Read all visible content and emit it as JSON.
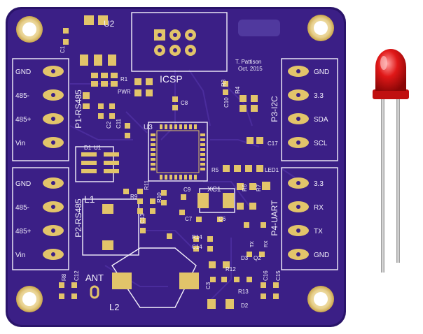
{
  "board": {
    "colors": {
      "pcb": "#3b1f86",
      "pcb_edge": "#2a146a",
      "pad_gold": "#e2c46a",
      "silkscreen": "#f3f0fb",
      "led_red": "#e01818",
      "led_leg": "#b8b8b8"
    },
    "credit": {
      "name": "T. Pattison",
      "date": "Oct. 2015"
    },
    "labels": {
      "u2": "U2",
      "c1": "C1",
      "icsp": "ICSP",
      "u3": "U3",
      "xc1": "XC1",
      "l1": "L1",
      "l2": "L2",
      "ant": "ANT",
      "led1": "LED1",
      "r1": "R1",
      "pwr": "PWR",
      "c8": "C8",
      "c10": "C10",
      "r3": "R3",
      "r4": "R4",
      "d1": "D1",
      "u1": "U1",
      "c2": "C2",
      "c11": "C11",
      "c17": "C17",
      "r5": "R5",
      "r9": "R9",
      "r11": "R11",
      "r10": "R10",
      "c9": "C9",
      "c7": "C7",
      "c6": "C6",
      "r6": "R6",
      "r7": "R7",
      "c13": "C13",
      "r14": "R14",
      "c14": "C14",
      "r12": "R12",
      "r13": "R13",
      "d3": "D3",
      "d2": "D2",
      "q2": "Q2",
      "c16": "C16",
      "c15": "C15",
      "c3": "C3",
      "r8": "R8",
      "c12": "C12",
      "tx": "TX",
      "rx": "RX"
    },
    "connectors": {
      "p1": {
        "name": "P1-RS485",
        "pins": [
          "GND",
          "485-",
          "485+",
          "Vin"
        ]
      },
      "p2": {
        "name": "P2-RS485",
        "pins": [
          "GND",
          "485-",
          "485+",
          "Vin"
        ]
      },
      "p3": {
        "name": "P3-I2C",
        "pins": [
          "GND",
          "3.3",
          "SDA",
          "SCL"
        ]
      },
      "p4": {
        "name": "P4-UART",
        "pins": [
          "3.3",
          "RX",
          "TX",
          "GND"
        ]
      }
    }
  }
}
